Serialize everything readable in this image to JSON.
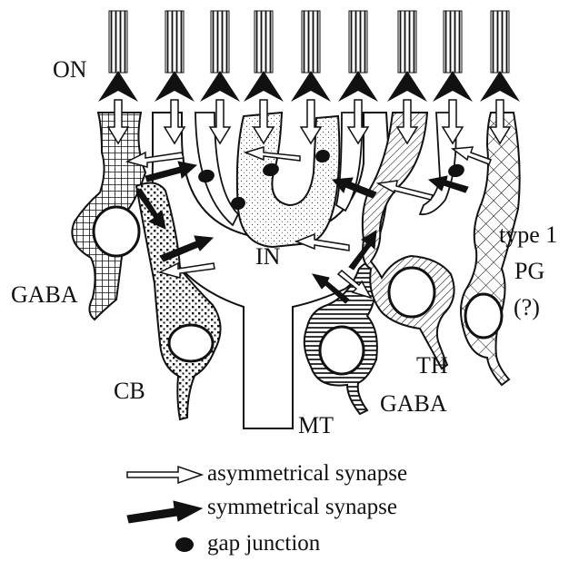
{
  "labels": {
    "on": "ON",
    "gaba_left": "GABA",
    "cb": "CB",
    "mt": "MT",
    "in": "IN",
    "gaba_bottom": "GABA",
    "th": "TH",
    "type1": "type 1",
    "pg": "PG",
    "question": "(?)"
  },
  "legend": {
    "asymmetrical": "asymmetrical synapse",
    "symmetrical": "symmetrical synapse",
    "gap": "gap junction"
  },
  "colors": {
    "ink": "#111111",
    "paper": "#ffffff"
  }
}
